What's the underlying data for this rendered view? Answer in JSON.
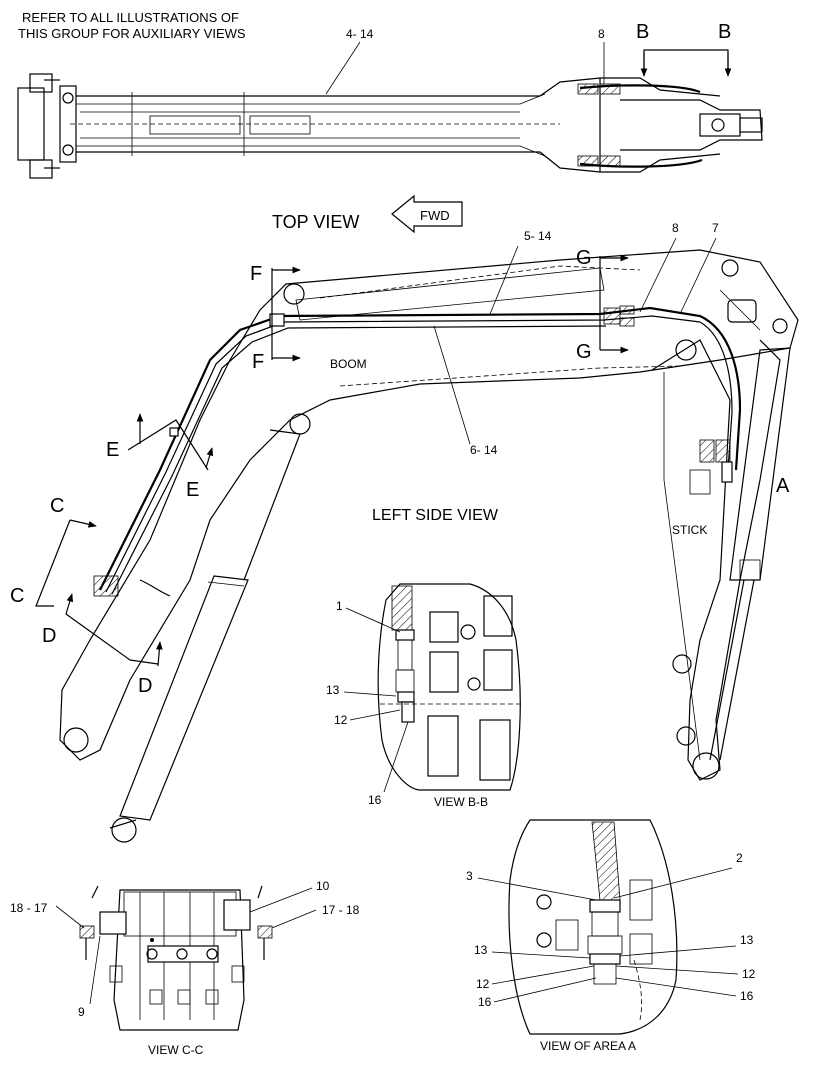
{
  "header_note": [
    "REFER TO ALL ILLUSTRATIONS OF",
    "THIS GROUP FOR AUXILIARY VIEWS"
  ],
  "view_titles": {
    "top": "TOP VIEW",
    "left_side": "LEFT SIDE VIEW",
    "bb": "VIEW B-B",
    "cc": "VIEW C-C",
    "area_a": "VIEW OF AREA A"
  },
  "direction": "FWD",
  "component_labels": {
    "boom": "BOOM",
    "stick": "STICK"
  },
  "section_letters": {
    "B": "B",
    "G": "G",
    "F": "F",
    "E": "E",
    "C": "C",
    "D": "D",
    "A": "A"
  },
  "callouts": {
    "top_4_14": "4- 14",
    "top_8": "8",
    "side_5_14": "5- 14",
    "side_8": "8",
    "side_7": "7",
    "side_6_14": "6- 14",
    "bb_1": "1",
    "bb_13": "13",
    "bb_12": "12",
    "bb_16": "16",
    "cc_18_17": "18 - 17",
    "cc_10": "10",
    "cc_17_18": "17 - 18",
    "cc_9": "9",
    "a_3": "3",
    "a_2": "2",
    "a_13_left": "13",
    "a_13_right": "13",
    "a_12_left": "12",
    "a_12_right": "12",
    "a_16_left": "16",
    "a_16_right": "16"
  }
}
